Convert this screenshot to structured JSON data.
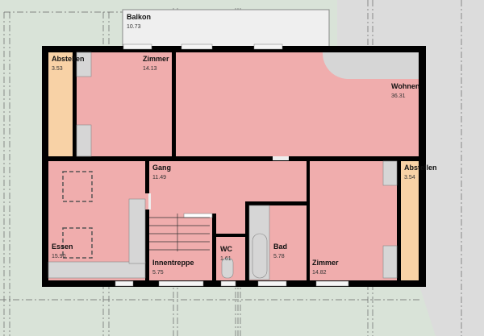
{
  "colors": {
    "room": "#f0adad",
    "storage": "#f8d2a6",
    "wall": "#000000",
    "balcony": "#efefef",
    "fixture": "#d6d6d6",
    "ground_left": "#d9e3d8",
    "ground_right": "#dcdcdc"
  },
  "rooms": [
    {
      "name": "Balkon",
      "area": "10.73"
    },
    {
      "name": "Abstellen",
      "area": "3.53"
    },
    {
      "name": "Zimmer",
      "area": "14.13"
    },
    {
      "name": "Wohnen",
      "area": "36.31"
    },
    {
      "name": "Gang",
      "area": "11.49"
    },
    {
      "name": "Abstellen",
      "area": "3.54"
    },
    {
      "name": "Essen",
      "area": "15.90"
    },
    {
      "name": "Innentreppe",
      "area": "5.75"
    },
    {
      "name": "WC",
      "area": "1.61"
    },
    {
      "name": "Bad",
      "area": "5.78"
    },
    {
      "name": "Zimmer",
      "area": "14.82"
    }
  ]
}
